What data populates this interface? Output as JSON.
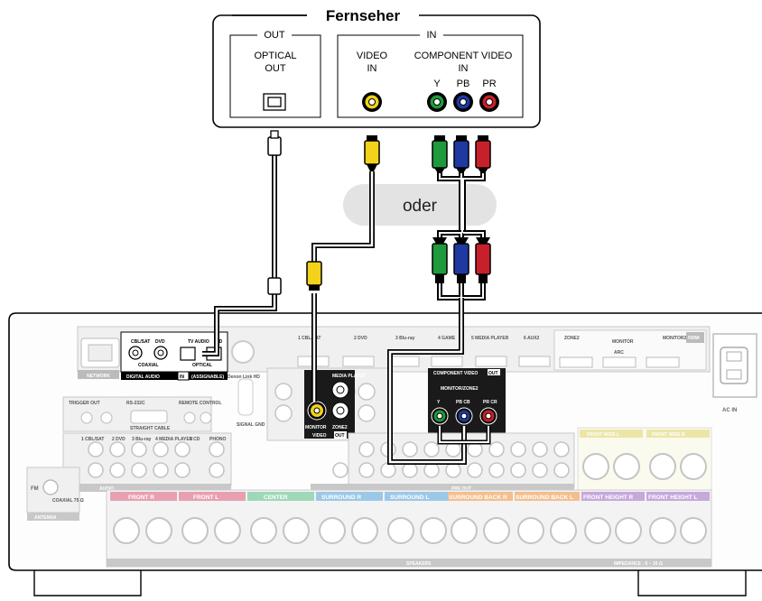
{
  "tv": {
    "title": "Fernseher",
    "out_group": "OUT",
    "in_group": "IN",
    "optical_out_line1": "OPTICAL",
    "optical_out_line2": "OUT",
    "video_in_line1": "VIDEO",
    "video_in_line2": "IN",
    "component_in_line1": "COMPONENT VIDEO",
    "component_in_line2": "IN",
    "y": "Y",
    "pb": "PB",
    "pr": "PR"
  },
  "oder": "oder",
  "receiver": {
    "network": "NETWORK",
    "digital_audio": "DIGITAL AUDIO",
    "cbl_sat": "CBL/SAT",
    "dvd": "DVD",
    "tv_audio": "TV AUDIO",
    "cd": "CD",
    "coaxial": "COAXIAL",
    "optical": "OPTICAL",
    "in": "IN",
    "assignable": "(ASSIGNABLE)",
    "denon_link": "Denon Link HD",
    "trigger_out": "TRIGGER OUT",
    "rs232c": "RS-232C",
    "remote_control": "REMOTE CONTROL",
    "straight_cable": "STRAIGHT CABLE",
    "signal_gnd": "SIGNAL GND",
    "audio_in": "AUDIO",
    "phono": "PHONO",
    "antenna": "ANTENNA",
    "fm": "FM",
    "coax": "COAXIAL 75 Ω",
    "monitor": "MONITOR",
    "media_player": "MEDIA PLAYER",
    "zone2": "ZONE2",
    "video": "VIDEO",
    "out": "OUT",
    "component_video": "COMPONENT VIDEO",
    "monitor_zone2": "MONITOR/ZONE2",
    "y": "Y",
    "pb_cb": "PB CB",
    "pr_cr": "PR CR",
    "pre_out": "PRE OUT",
    "speakers": "SPEAKERS",
    "ac_in": "AC IN",
    "hdmi": "HDMI",
    "arc": "ARC",
    "monitor2": "MONITOR2",
    "impedance": "IMPEDANCE : 6 ~ 16 Ω",
    "hdmi_inputs": [
      "1 CBL/SAT",
      "2 DVD",
      "3 Blu-ray",
      "4 GAME",
      "5 MEDIA PLAYER",
      "6 AUX2"
    ],
    "audio_inputs": [
      "1 CBL/SAT",
      "2 DVD",
      "3 Blu-ray",
      "4 MEDIA PLAYER",
      "5 CD"
    ],
    "front_wide_l": "FRONT WIDE L",
    "front_wide_r": "FRONT WIDE R",
    "speaker_labels": [
      "FRONT R",
      "FRONT L",
      "CENTER",
      "SURROUND R",
      "SURROUND L",
      "SURROUND BACK R",
      "SURROUND BACK L",
      "FRONT HEIGHT R",
      "FRONT HEIGHT L"
    ]
  },
  "colors": {
    "y_green": "#1e9a3c",
    "pb_blue": "#1e3aa0",
    "pr_red": "#c8202a",
    "video_yellow": "#f2d21a",
    "oder_bg": "#e3e3e3",
    "front": "#e8a0b0",
    "center": "#9ed8b8",
    "surround": "#9cc8e8",
    "surround_back": "#f3bf8e",
    "front_height": "#c6a8dc",
    "front_wide": "#ece6a6"
  }
}
